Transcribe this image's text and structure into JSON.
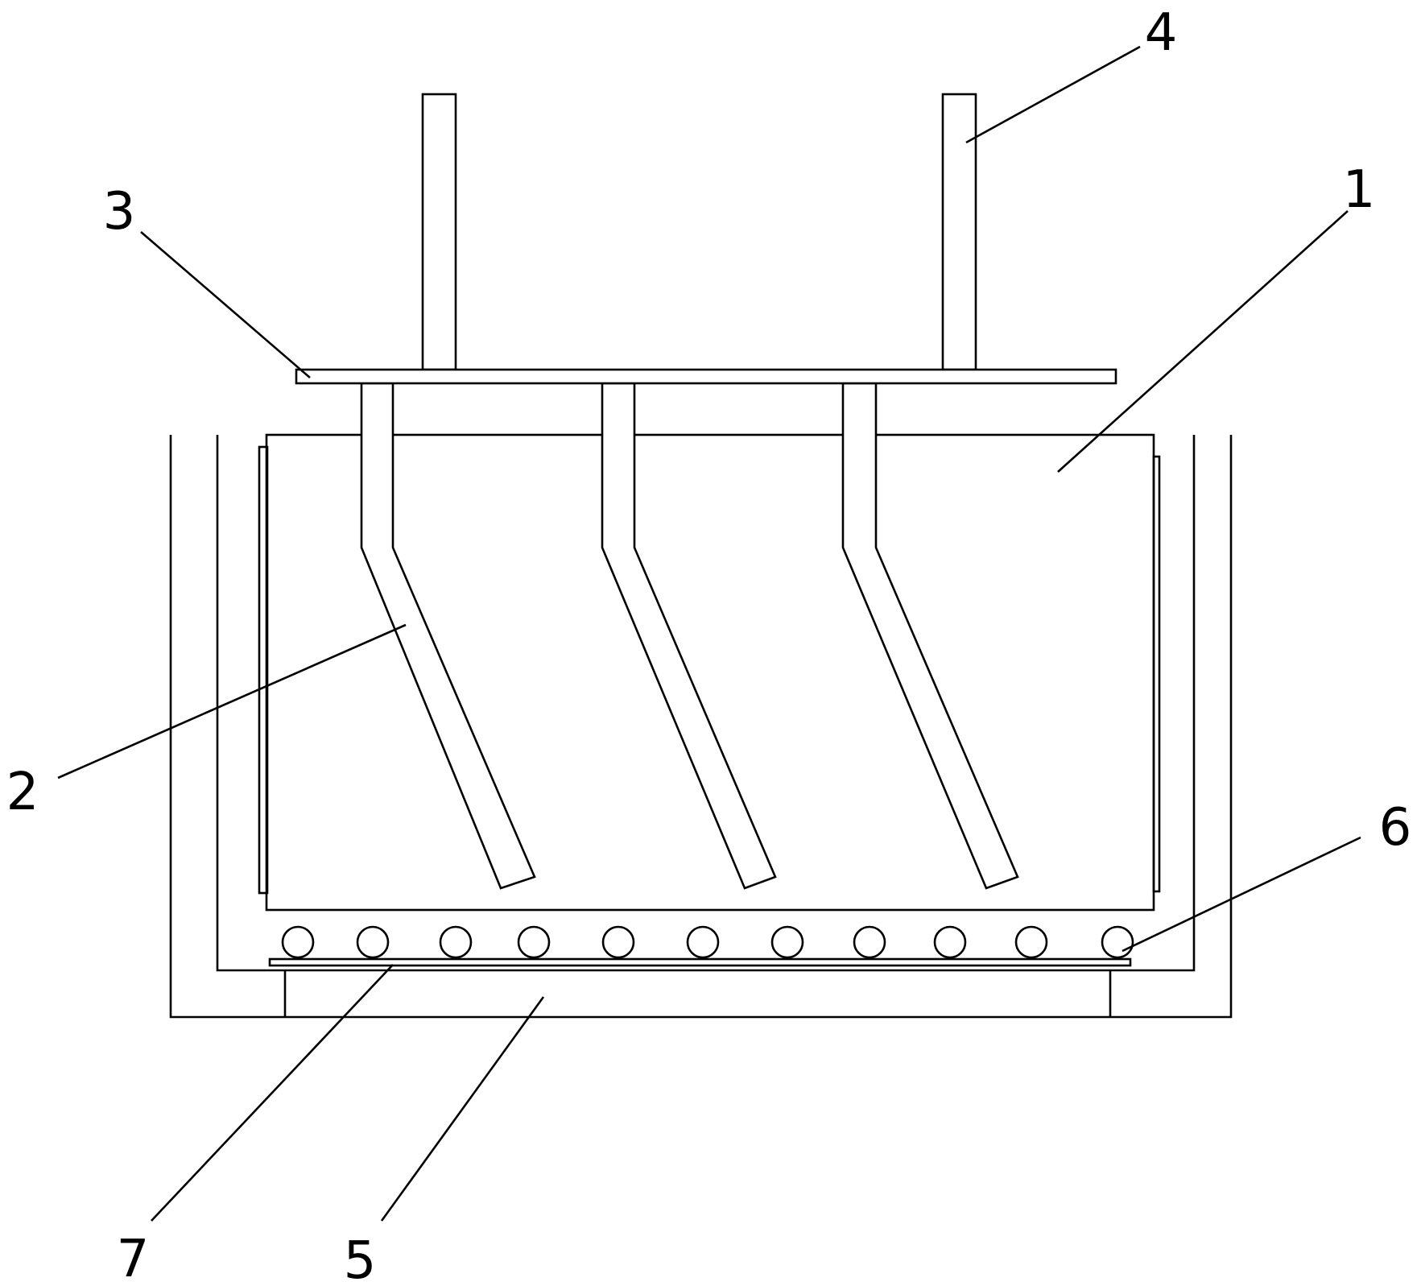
{
  "diagram": {
    "colors": {
      "stroke": "#000000",
      "background": "#ffffff"
    },
    "callouts": [
      {
        "id": "1",
        "text": "1"
      },
      {
        "id": "2",
        "text": "2"
      },
      {
        "id": "3",
        "text": "3"
      },
      {
        "id": "4",
        "text": "4"
      },
      {
        "id": "5",
        "text": "5"
      },
      {
        "id": "6",
        "text": "6"
      },
      {
        "id": "7",
        "text": "7"
      }
    ]
  }
}
